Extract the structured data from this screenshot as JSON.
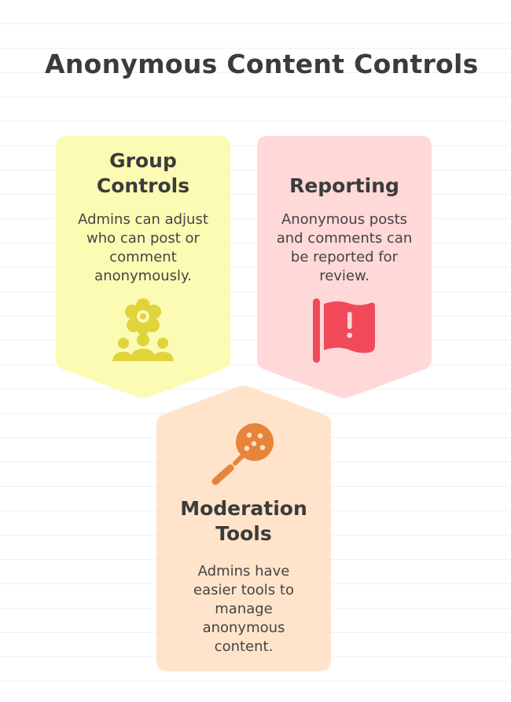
{
  "title": "Anonymous Content Controls",
  "cards": [
    {
      "heading": "Group\nControls",
      "body": "Admins can adjust\nwho can post or\ncomment\nanonymously.",
      "icon": "group-settings-icon",
      "fill": "#fbfbb4",
      "icon_color": "#e1d33c"
    },
    {
      "heading": "Reporting",
      "body": "Anonymous posts\nand comments can\nbe reported for\nreview.",
      "icon": "report-flag-icon",
      "fill": "#ffd8d8",
      "icon_color": "#f04a5a"
    },
    {
      "heading": "Moderation\nTools",
      "body": "Admins have\neasier tools to\nmanage\nanonymous\ncontent.",
      "icon": "moderation-tool-icon",
      "fill": "#ffe4cb",
      "icon_color": "#e8843a"
    }
  ]
}
